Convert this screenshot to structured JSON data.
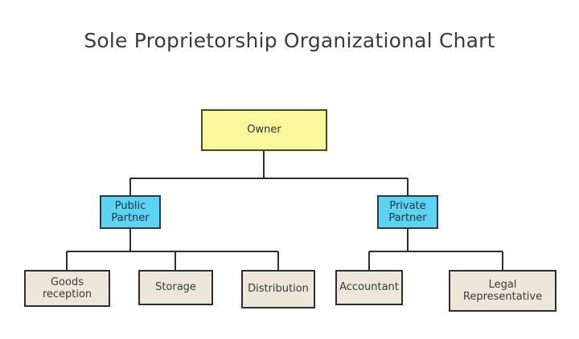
{
  "title": "Sole Proprietorship Organizational Chart",
  "palette": {
    "background": "#ffffff",
    "owner_fill": "#fbf89c",
    "owner_border": "#4a4a17",
    "partner_fill": "#5cd3f2",
    "partner_border": "#2b3a46",
    "leaf_fill": "#ece7d9",
    "leaf_border": "#2e2e2e",
    "connector": "#2e2e2e",
    "title_color": "#3b3b3b"
  },
  "chart_data": {
    "type": "diagram",
    "diagram_type": "organizational-chart",
    "title": "Sole Proprietorship Organizational Chart",
    "orientation": "top-down",
    "levels": 3,
    "nodes": [
      {
        "id": "owner",
        "label": "Owner",
        "level": 0,
        "parent": null,
        "fill": "#fbf89c"
      },
      {
        "id": "public-partner",
        "label": "Public\nPartner",
        "level": 1,
        "parent": "owner",
        "fill": "#5cd3f2"
      },
      {
        "id": "private-partner",
        "label": "Private\nPartner",
        "level": 1,
        "parent": "owner",
        "fill": "#5cd3f2"
      },
      {
        "id": "goods-reception",
        "label": "Goods\nreception",
        "level": 2,
        "parent": "public-partner",
        "fill": "#ece7d9"
      },
      {
        "id": "storage",
        "label": "Storage",
        "level": 2,
        "parent": "public-partner",
        "fill": "#ece7d9"
      },
      {
        "id": "distribution",
        "label": "Distribution",
        "level": 2,
        "parent": "public-partner",
        "fill": "#ece7d9"
      },
      {
        "id": "accountant",
        "label": "Accountant",
        "level": 2,
        "parent": "private-partner",
        "fill": "#ece7d9"
      },
      {
        "id": "legal-representative",
        "label": "Legal\nRepresentative",
        "level": 2,
        "parent": "private-partner",
        "fill": "#ece7d9"
      }
    ],
    "edges": [
      {
        "from": "owner",
        "to": "public-partner"
      },
      {
        "from": "owner",
        "to": "private-partner"
      },
      {
        "from": "public-partner",
        "to": "goods-reception"
      },
      {
        "from": "public-partner",
        "to": "storage"
      },
      {
        "from": "public-partner",
        "to": "distribution"
      },
      {
        "from": "private-partner",
        "to": "accountant"
      },
      {
        "from": "private-partner",
        "to": "legal-representative"
      }
    ]
  },
  "nodes": {
    "owner": {
      "label": "Owner"
    },
    "public_partner": {
      "label": "Public\nPartner"
    },
    "private_partner": {
      "label": "Private\nPartner"
    },
    "goods_reception": {
      "label": "Goods\nreception"
    },
    "storage": {
      "label": "Storage"
    },
    "distribution": {
      "label": "Distribution"
    },
    "accountant": {
      "label": "Accountant"
    },
    "legal_representative": {
      "label": "Legal\nRepresentative"
    }
  }
}
